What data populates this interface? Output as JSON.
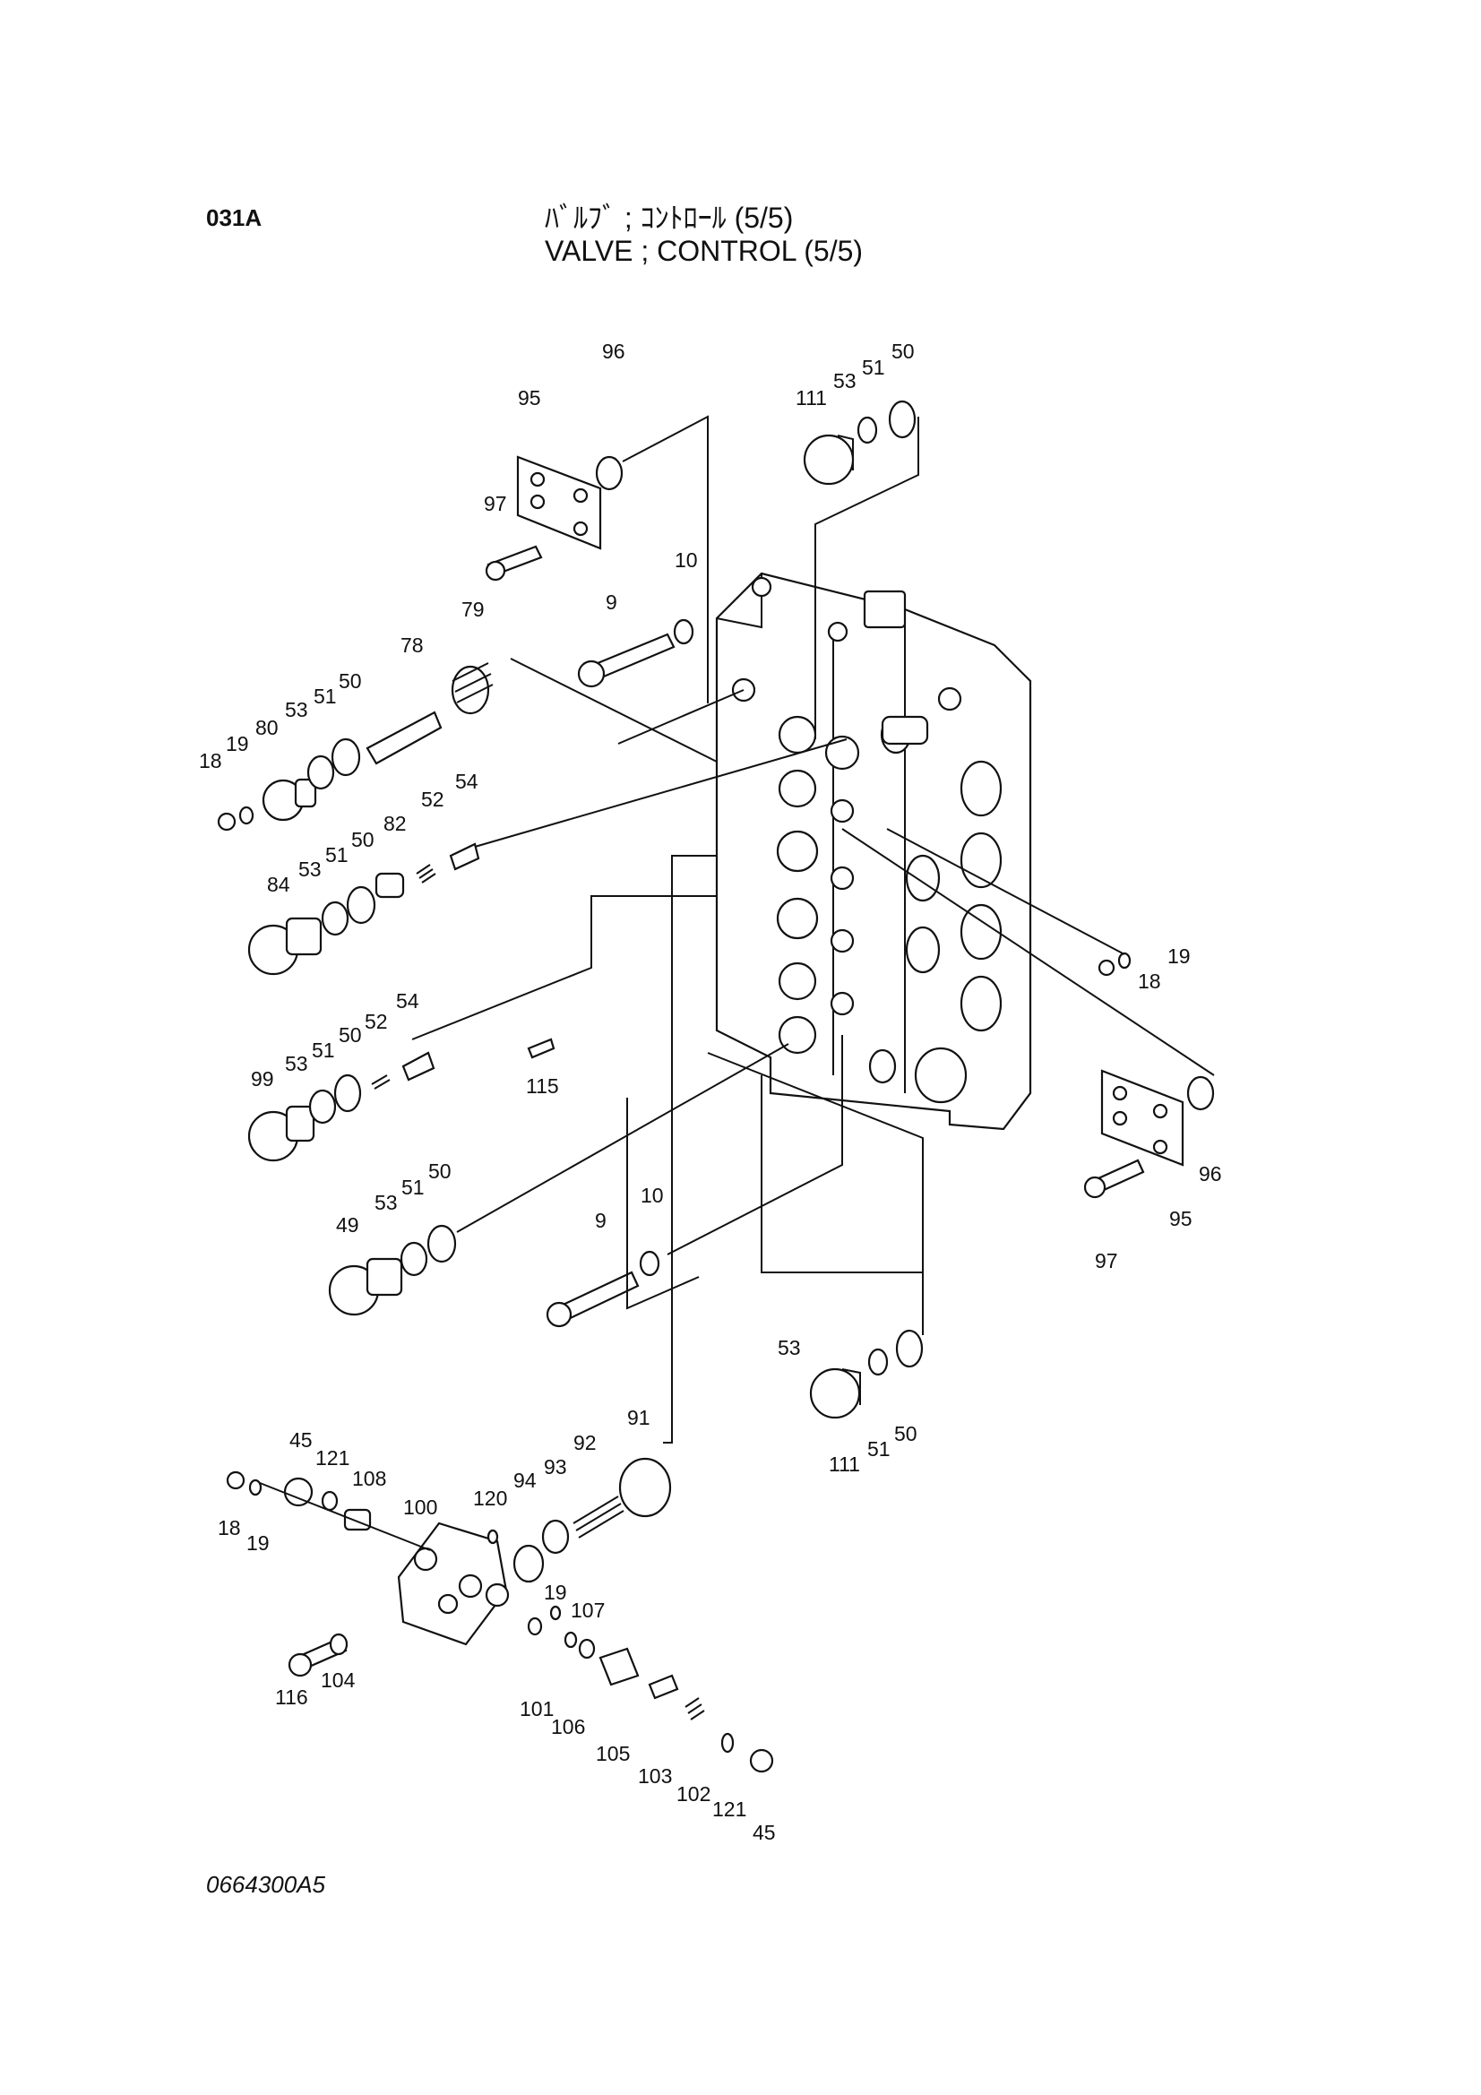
{
  "header": {
    "page_code": "031A",
    "title_jp": "ﾊﾞﾙﾌﾞ ; ｺﾝﾄﾛｰﾙ (5/5)",
    "title_en": "VALVE ; CONTROL (5/5)"
  },
  "footer": {
    "drawing_number": "0664300A5"
  },
  "callouts": [
    {
      "id": "c96a",
      "text": "96"
    },
    {
      "id": "c95a",
      "text": "95"
    },
    {
      "id": "c97a",
      "text": "97"
    },
    {
      "id": "c111a",
      "text": "111"
    },
    {
      "id": "c53a",
      "text": "53"
    },
    {
      "id": "c51a",
      "text": "51"
    },
    {
      "id": "c50a",
      "text": "50"
    },
    {
      "id": "c10a",
      "text": "10"
    },
    {
      "id": "c9a",
      "text": "9"
    },
    {
      "id": "c79",
      "text": "79"
    },
    {
      "id": "c78",
      "text": "78"
    },
    {
      "id": "c18a",
      "text": "18"
    },
    {
      "id": "c19a",
      "text": "19"
    },
    {
      "id": "c80",
      "text": "80"
    },
    {
      "id": "c53b",
      "text": "53"
    },
    {
      "id": "c51b",
      "text": "51"
    },
    {
      "id": "c50b",
      "text": "50"
    },
    {
      "id": "c52a",
      "text": "52"
    },
    {
      "id": "c54a",
      "text": "54"
    },
    {
      "id": "c84",
      "text": "84"
    },
    {
      "id": "c53c",
      "text": "53"
    },
    {
      "id": "c51c",
      "text": "51"
    },
    {
      "id": "c50c",
      "text": "50"
    },
    {
      "id": "c82",
      "text": "82"
    },
    {
      "id": "c19b",
      "text": "19"
    },
    {
      "id": "c18b",
      "text": "18"
    },
    {
      "id": "c99",
      "text": "99"
    },
    {
      "id": "c53d",
      "text": "53"
    },
    {
      "id": "c51d",
      "text": "51"
    },
    {
      "id": "c50d",
      "text": "50"
    },
    {
      "id": "c52b",
      "text": "52"
    },
    {
      "id": "c54b",
      "text": "54"
    },
    {
      "id": "c115",
      "text": "115"
    },
    {
      "id": "c96b",
      "text": "96"
    },
    {
      "id": "c95b",
      "text": "95"
    },
    {
      "id": "c97b",
      "text": "97"
    },
    {
      "id": "c49",
      "text": "49"
    },
    {
      "id": "c53e",
      "text": "53"
    },
    {
      "id": "c51e",
      "text": "51"
    },
    {
      "id": "c50e",
      "text": "50"
    },
    {
      "id": "c9b",
      "text": "9"
    },
    {
      "id": "c10b",
      "text": "10"
    },
    {
      "id": "c53f",
      "text": "53"
    },
    {
      "id": "c111b",
      "text": "111"
    },
    {
      "id": "c51f",
      "text": "51"
    },
    {
      "id": "c50f",
      "text": "50"
    },
    {
      "id": "c45a",
      "text": "45"
    },
    {
      "id": "c121a",
      "text": "121"
    },
    {
      "id": "c108",
      "text": "108"
    },
    {
      "id": "c18c",
      "text": "18"
    },
    {
      "id": "c19c",
      "text": "19"
    },
    {
      "id": "c100",
      "text": "100"
    },
    {
      "id": "c120",
      "text": "120"
    },
    {
      "id": "c94",
      "text": "94"
    },
    {
      "id": "c93",
      "text": "93"
    },
    {
      "id": "c92",
      "text": "92"
    },
    {
      "id": "c91",
      "text": "91"
    },
    {
      "id": "c116",
      "text": "116"
    },
    {
      "id": "c104",
      "text": "104"
    },
    {
      "id": "c19d",
      "text": "19"
    },
    {
      "id": "c107",
      "text": "107"
    },
    {
      "id": "c101",
      "text": "101"
    },
    {
      "id": "c106",
      "text": "106"
    },
    {
      "id": "c105",
      "text": "105"
    },
    {
      "id": "c103",
      "text": "103"
    },
    {
      "id": "c102",
      "text": "102"
    },
    {
      "id": "c121b",
      "text": "121"
    },
    {
      "id": "c45b",
      "text": "45"
    }
  ]
}
